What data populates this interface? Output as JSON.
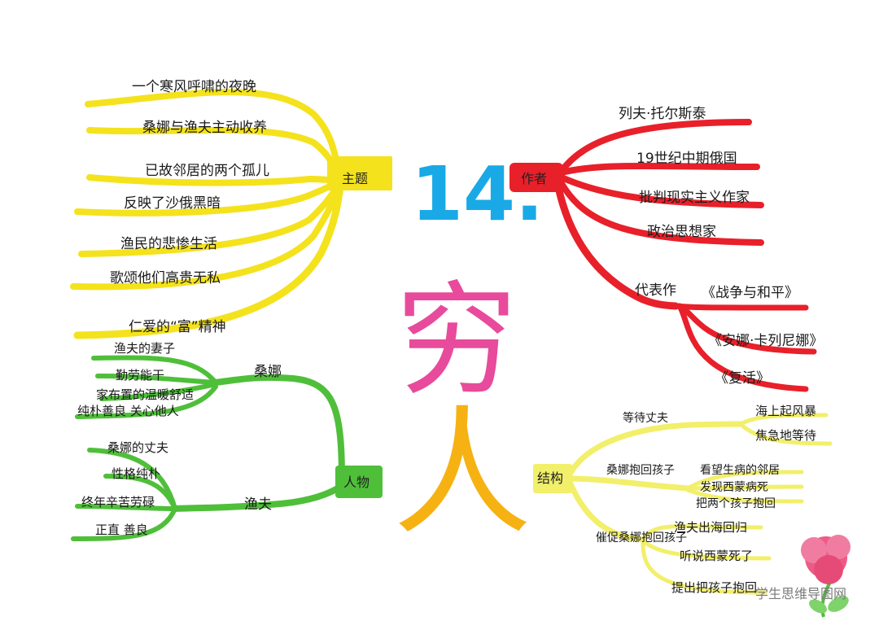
{
  "center": {
    "number": "14.",
    "char1": "穷",
    "char2": "人"
  },
  "colors": {
    "yellow": "#f4e21d",
    "red": "#e8202a",
    "green": "#4fbf3a",
    "lightyellow": "#f2ef6a",
    "blue": "#19a9e6",
    "pink": "#e84b9b",
    "orange": "#f6b213"
  },
  "theme": {
    "label": "主题",
    "items": [
      "一个寒风呼啸的夜晚",
      "桑娜与渔夫主动收养",
      "已故邻居的两个孤儿",
      "反映了沙俄黑暗",
      "渔民的悲惨生活",
      "歌颂他们高贵无私",
      "仁爱的“富”精神"
    ]
  },
  "author": {
    "label": "作者",
    "items": [
      "列夫·托尔斯泰",
      "19世纪中期俄国",
      "批判现实主义作家",
      "政治思想家"
    ],
    "works_label": "代表作",
    "works": [
      "《战争与和平》",
      "《安娜·卡列尼娜》",
      "《复活》"
    ]
  },
  "characters": {
    "label": "人物",
    "sangna": {
      "label": "桑娜",
      "items": [
        "渔夫的妻子",
        "勤劳能干",
        "家布置的温暖舒适",
        "纯朴善良 关心他人"
      ]
    },
    "fisherman": {
      "label": "渔夫",
      "items": [
        "桑娜的丈夫",
        "性格纯朴",
        "终年辛苦劳碌",
        "正直 善良"
      ]
    }
  },
  "structure": {
    "label": "结构",
    "wait": {
      "label": "等待丈夫",
      "items": [
        "海上起风暴",
        "焦急地等待"
      ]
    },
    "hold": {
      "label": "桑娜抱回孩子",
      "items": [
        "看望生病的邻居",
        "发现西蒙病死",
        "把两个孩子抱回"
      ]
    },
    "adopt": {
      "label": "催促桑娜抱回孩子",
      "items": [
        "渔夫出海回归",
        "听说西蒙死了",
        "提出把孩子抱回"
      ]
    }
  },
  "watermark": "学生思维导图网"
}
